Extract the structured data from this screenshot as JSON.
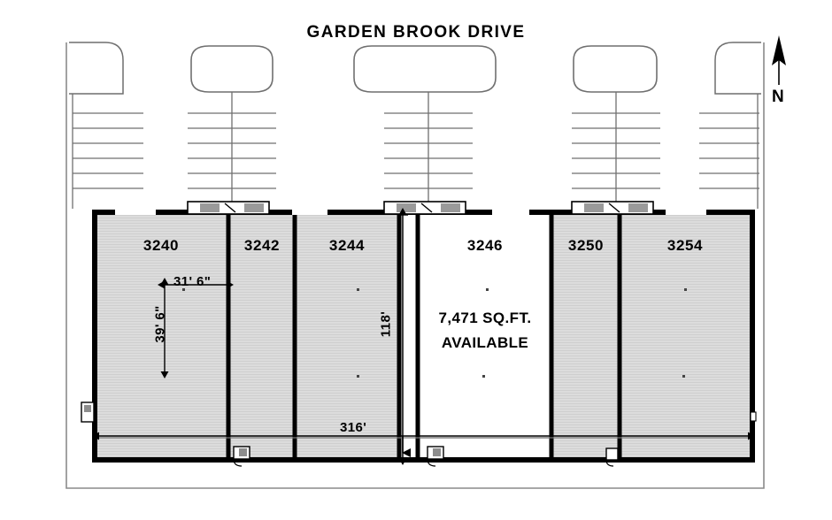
{
  "plan": {
    "street_name": "GARDEN BROOK DRIVE",
    "north_label": "N",
    "north_arrow_icon": "north-arrow-icon"
  },
  "units": [
    {
      "number": "3240",
      "status": "occupied",
      "fill": "#d9d9d9"
    },
    {
      "number": "3242",
      "status": "occupied",
      "fill": "#d9d9d9"
    },
    {
      "number": "3244",
      "status": "occupied",
      "fill": "#d9d9d9"
    },
    {
      "number": "3246",
      "status": "available",
      "fill": "#ffffff"
    },
    {
      "number": "3250",
      "status": "occupied",
      "fill": "#d9d9d9"
    },
    {
      "number": "3254",
      "status": "occupied",
      "fill": "#d9d9d9"
    }
  ],
  "availability": {
    "area_line": "7,471 SQ.FT.",
    "status_line": "AVAILABLE"
  },
  "dimensions": {
    "bay_width": "31' 6\"",
    "bay_depth": "39' 6\"",
    "building_depth": "118'",
    "building_width": "316'"
  },
  "colors": {
    "ink": "#000000",
    "occupied_fill": "#d9d9d9",
    "available_fill": "#ffffff",
    "paving_line": "#555555"
  }
}
